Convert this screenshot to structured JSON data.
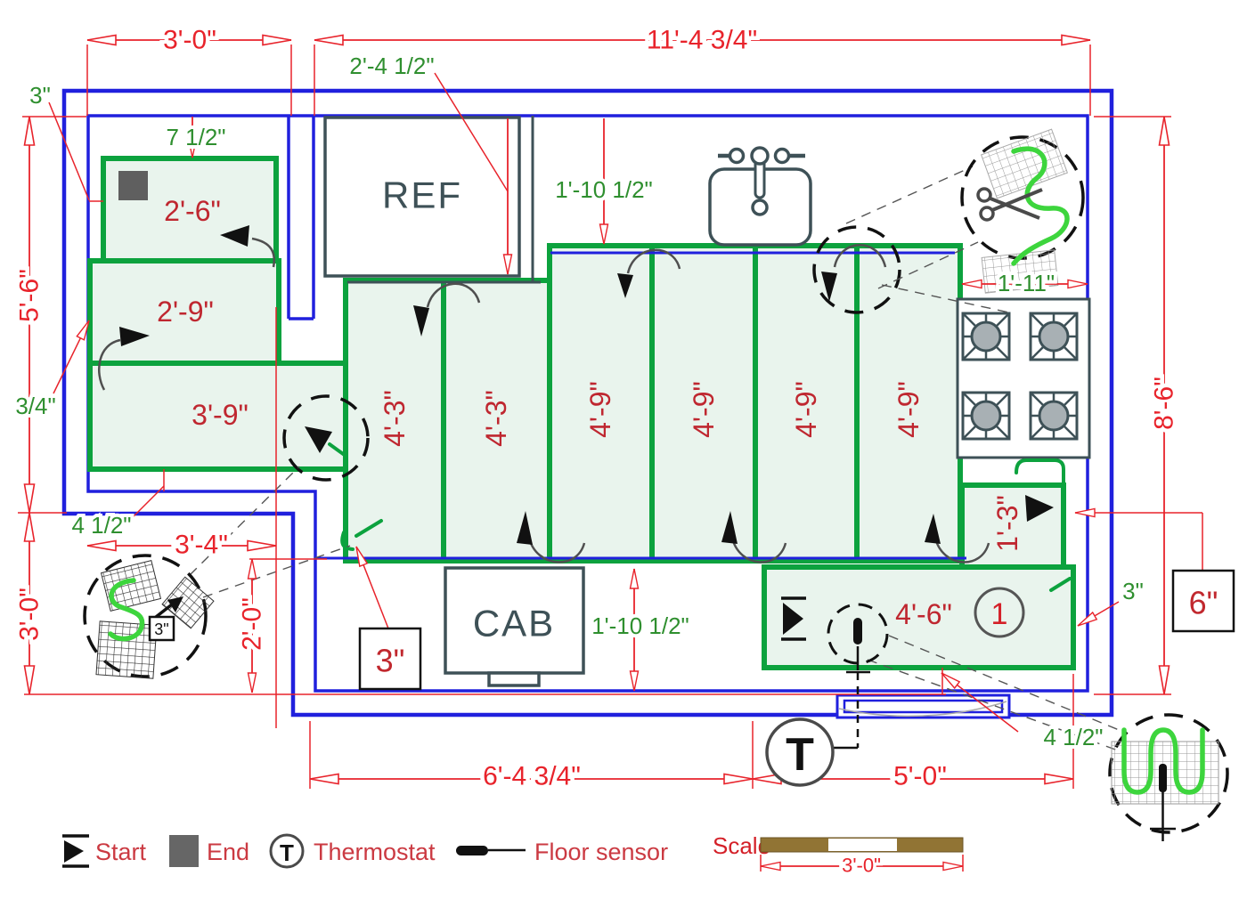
{
  "drawing": {
    "type": "floor-heating-mat-kitchen-plan",
    "colors": {
      "wall_blue": "#2020dd",
      "mat_green": "#0ca23e",
      "mat_fill": "#e9f4ed",
      "cable_green": "#3dd53d",
      "dimension_red": "#e8232b",
      "label_green": "#2f8f2f",
      "fixture_gray": "#3e5157",
      "scale_brown": "#917434"
    }
  },
  "dims": {
    "alcove_w": "3'-0\"",
    "room_w": "11'-4 3/4\"",
    "alcove_h": "5'-6\"",
    "closet_h": "3'-0\"",
    "room_h": "8'-6\"",
    "step_w": "3'-4\"",
    "cab_gap": "2'-0\"",
    "bottom_left": "6'-4 3/4\"",
    "bottom_right": "5'-0\""
  },
  "offsets": {
    "wall": "3\"",
    "mat_top": "7 1/2\"",
    "ref": "2'-4 1/2\"",
    "sink": "1'-10 1/2\"",
    "range": "1'-11\"",
    "side": "3/4\"",
    "left_gap": "4 1/2\"",
    "cab": "1'-10 1/2\"",
    "right_gap": "4 1/2\"",
    "corner": "3\""
  },
  "mats": {
    "m26": "2'-6\"",
    "m29": "2'-9\"",
    "m39": "3'-9\"",
    "strips": [
      "4'-3\"",
      "4'-3\"",
      "4'-9\"",
      "4'-9\"",
      "4'-9\"",
      "4'-9\""
    ],
    "m13": "1'-3\"",
    "m46": "4'-6\"",
    "zone": "1"
  },
  "callouts": {
    "cable3": "3\"",
    "gap6": "6\"",
    "detail3": "3\""
  },
  "fixtures": {
    "ref": "REF",
    "cab": "CAB"
  },
  "thermostat": "T",
  "legend": {
    "start": "Start",
    "end": "End",
    "thermostat": "Thermostat",
    "t": "T",
    "sensor": "Floor sensor"
  },
  "scale": {
    "label": "Scale",
    "value": "3'-0\""
  }
}
